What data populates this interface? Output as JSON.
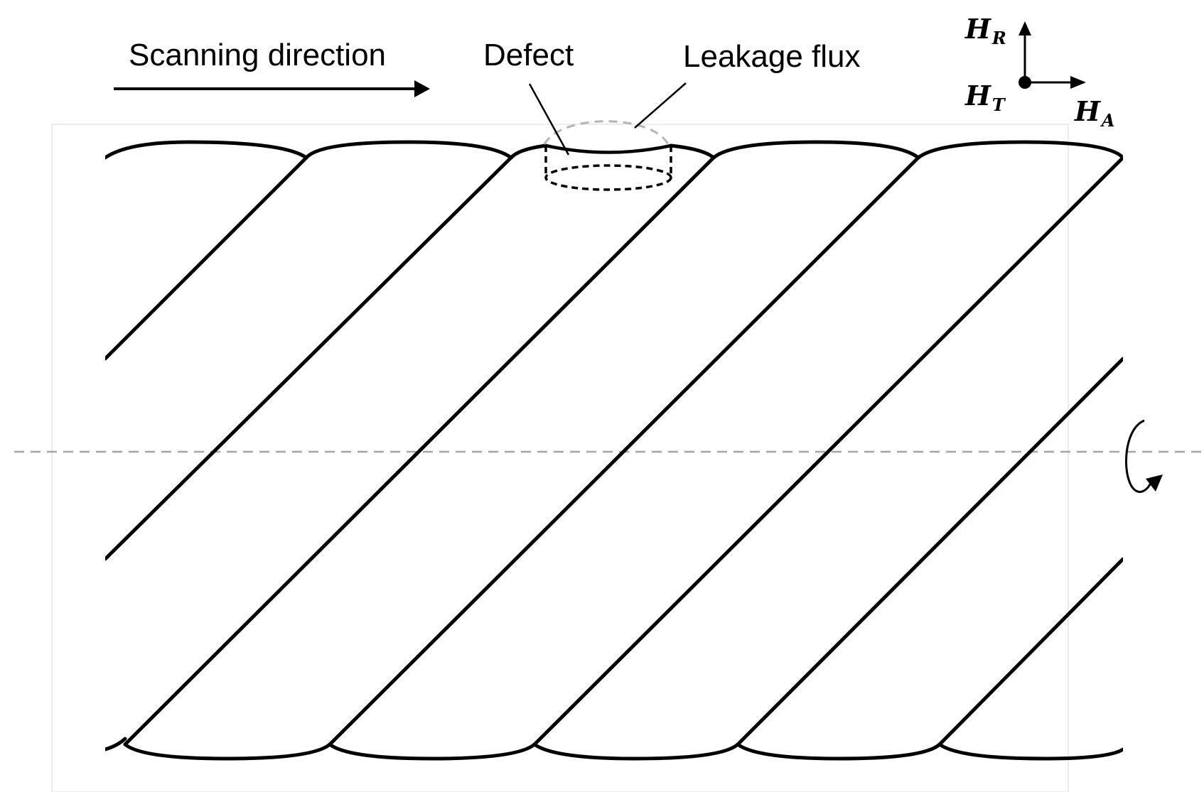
{
  "labels": {
    "scanning_direction": "Scanning direction",
    "defect": "Defect",
    "leakage_flux": "Leakage flux"
  },
  "axes": {
    "radial": {
      "base": "H",
      "sub": "R"
    },
    "tangential": {
      "base": "H",
      "sub": "T"
    },
    "axial": {
      "base": "H",
      "sub": "A"
    }
  },
  "colors": {
    "stroke": "#000000",
    "centerline": "#a6a6a6",
    "flux": "#b4b4b4",
    "frame": "#e6e6e6"
  },
  "icons": {
    "rotation": "rotation-arrow-icon",
    "scan_arrow": "arrow-right-icon"
  }
}
